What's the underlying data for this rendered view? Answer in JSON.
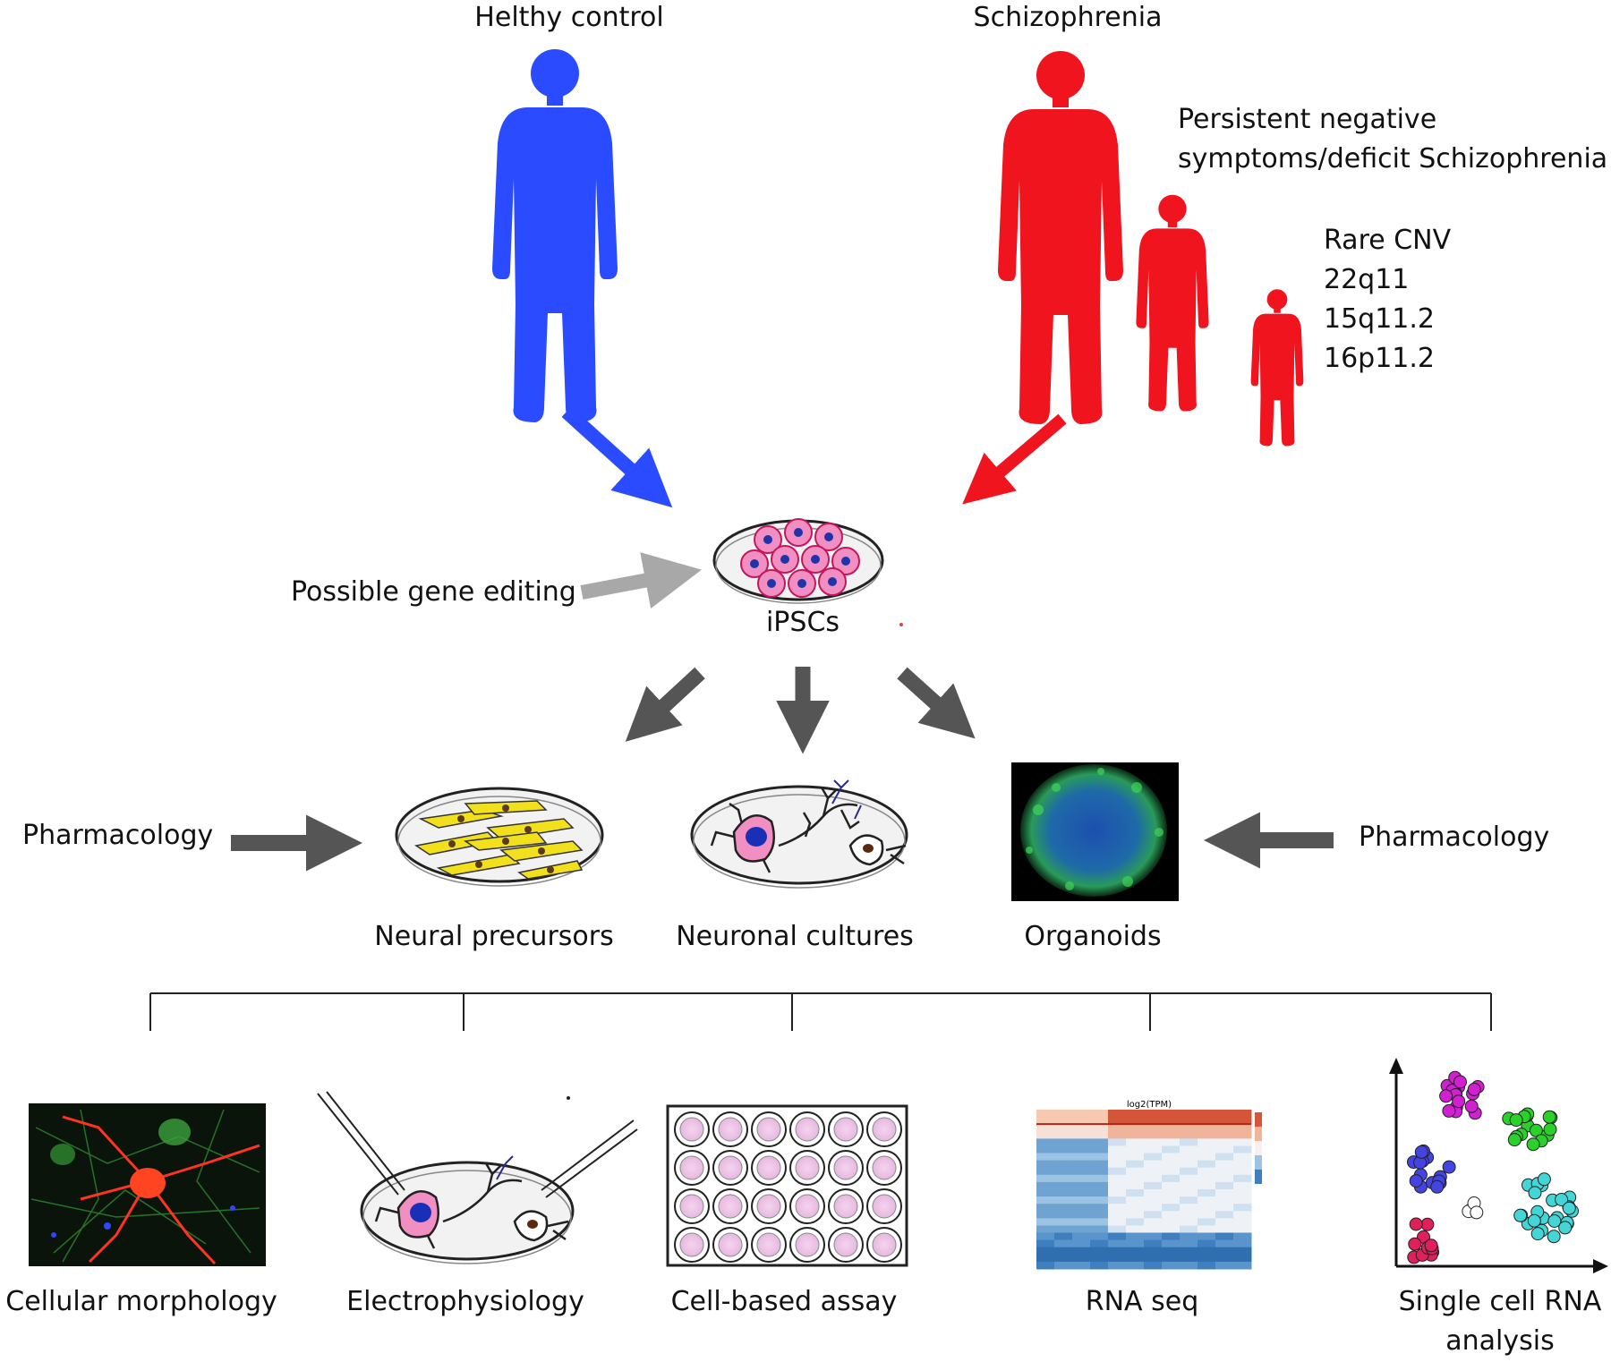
{
  "labels": {
    "healthy_control": "Helthy control",
    "schizophrenia": "Schizophrenia",
    "persistent_line1": "Persistent negative",
    "persistent_line2": "symptoms/deficit Schizophrenia",
    "rare_cnv": "Rare CNV",
    "cnv_22q11": "22q11",
    "cnv_15q11": "15q11.2",
    "cnv_16p11": "16p11.2",
    "gene_editing": "Possible gene editing",
    "ipscs": "iPSCs",
    "pharmacology_left": "Pharmacology",
    "pharmacology_right": "Pharmacology",
    "neural_precursors": "Neural precursors",
    "neuronal_cultures": "Neuronal cultures",
    "organoids": "Organoids",
    "cellular_morphology": "Cellular morphology",
    "electrophysiology": "Electrophysiology",
    "cell_based_assay": "Cell-based assay",
    "rna_seq": "RNA seq",
    "single_cell_line1": "Single cell RNA",
    "single_cell_line2": "analysis"
  },
  "heatmap": {
    "title": "log2(TPM)"
  },
  "colors": {
    "healthy": "#2a4bff",
    "schizophrenia": "#f0141e",
    "gray_arrow": "#a8a8a8",
    "dark_arrow": "#555555",
    "precursor_yellow": "#f2e01c",
    "cell_pink": "#f28fc2",
    "nucleus_blue": "#2233aa"
  }
}
